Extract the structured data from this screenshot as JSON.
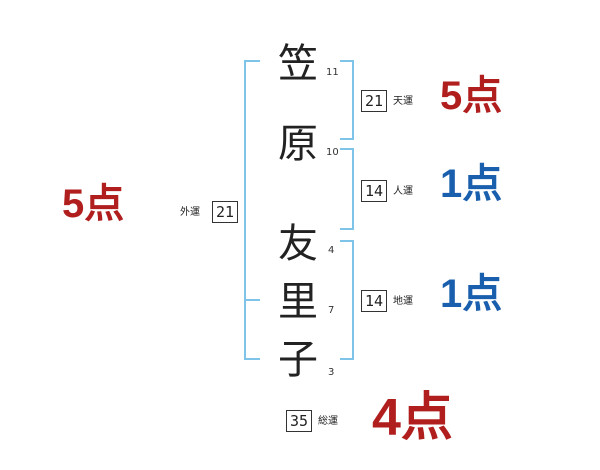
{
  "name": {
    "characters": [
      {
        "char": "笠",
        "strokes": "11"
      },
      {
        "char": "原",
        "strokes": "10"
      },
      {
        "char": "友",
        "strokes": "4"
      },
      {
        "char": "里",
        "strokes": "7"
      },
      {
        "char": "子",
        "strokes": "3"
      }
    ]
  },
  "fortunes": {
    "gaiun": {
      "label": "外運",
      "value": "21",
      "score": "5点"
    },
    "tenun": {
      "label": "天運",
      "value": "21",
      "score": "5点"
    },
    "jinun": {
      "label": "人運",
      "value": "14",
      "score": "1点"
    },
    "chiun": {
      "label": "地運",
      "value": "14",
      "score": "1点"
    },
    "souun": {
      "label": "総運",
      "value": "35",
      "score": "4点"
    }
  },
  "colors": {
    "bracket": "#7ec4e8",
    "score_red": "#b01e1e",
    "score_blue": "#1a5fae"
  }
}
